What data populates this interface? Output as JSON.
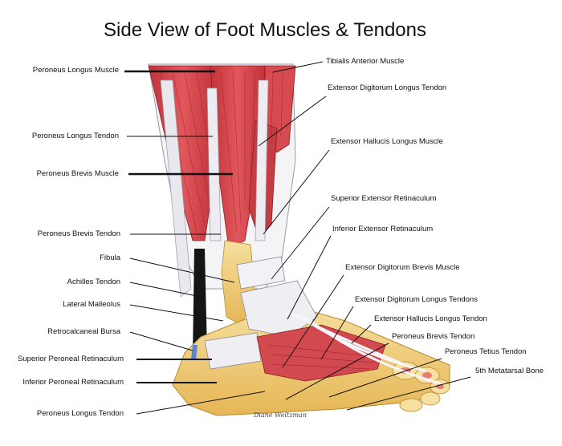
{
  "title": "Side View of Foot Muscles & Tendons",
  "signature": "Diane Weitzman",
  "labels_left": [
    "Peroneus Longus Muscle",
    "Peroneus Longus Tendon",
    "Peroneus Brevis Muscle",
    "Peroneus Brevis Tendon",
    "Fibula",
    "Achilles Tendon",
    "Lateral Malleolus",
    "Retrocalcaneal Bursa",
    "Superior Peroneal Retinaculum",
    "Inferior Peroneal Retinaculum",
    "Peroneus Longus Tendon"
  ],
  "labels_right": [
    "Tibialis Anterior Muscle",
    "Extensor Digitorum Longus Tendon",
    "Extensor Hallucis Longus Muscle",
    "Superior Extensor Retinaculum",
    "Inferior Extensor Retinaculum",
    "Extensor Digitorum Brevis Muscle",
    "Extensor Digitorum Longus Tendons",
    "Extensor Hallucis Longus Tendon",
    "Peroneus Brevis Tendon",
    "Peroneus Tetius Tendon",
    "5th Metatarsal Bone"
  ],
  "colors": {
    "muscle": "#d9464c",
    "muscle_dark": "#b8282f",
    "tendon": "#e8e8ee",
    "bone": "#f3d58a",
    "skin": "#f0c978",
    "leader": "#111111"
  }
}
